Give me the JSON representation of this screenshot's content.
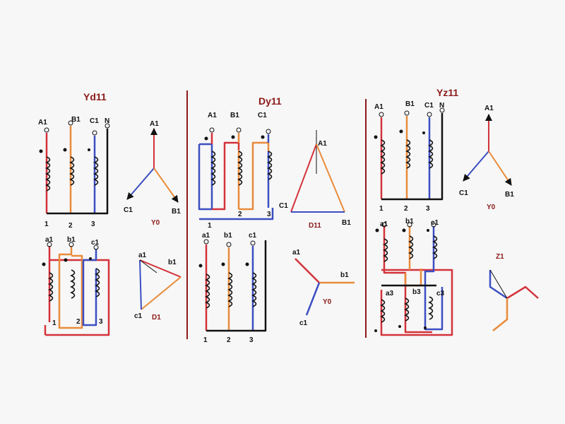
{
  "colors": {
    "title": "#8b1a1a",
    "red": "#d4323a",
    "orange": "#e98b3a",
    "blue": "#3b4fc2",
    "black": "#111111",
    "divider": "#8b1a1a"
  },
  "icons": {
    "coil": "coil-icon",
    "dot": "polarity-dot-icon"
  },
  "panels": [
    {
      "title": "Yd11",
      "primary": {
        "top_labels": [
          "A1",
          "B1",
          "C1",
          "N"
        ],
        "bottom_labels": [
          "1",
          "2",
          "3"
        ],
        "phasor_labels": [
          "A1",
          "C1",
          "B1"
        ],
        "phasor_group": "Y0"
      },
      "secondary": {
        "top_labels": [
          "a1",
          "b1",
          "c1"
        ],
        "bottom_labels": [
          "1",
          "2",
          "3"
        ],
        "phasor_labels": [
          "a1",
          "b1",
          "c1"
        ],
        "phasor_group": "D1"
      }
    },
    {
      "title": "Dy11",
      "primary": {
        "top_labels": [
          "A1",
          "B1",
          "C1"
        ],
        "bottom_labels": [
          "1",
          "2",
          "3"
        ],
        "phasor_labels": [
          "A1",
          "C1",
          "B1"
        ],
        "phasor_group": "D11"
      },
      "secondary": {
        "top_labels": [
          "a1",
          "b1",
          "c1"
        ],
        "bottom_labels": [
          "1",
          "2",
          "3"
        ],
        "phasor_labels": [
          "a1",
          "b1",
          "c1"
        ],
        "phasor_group": "Y0"
      }
    },
    {
      "title": "Yz11",
      "primary": {
        "top_labels": [
          "A1",
          "B1",
          "C1",
          "N"
        ],
        "bottom_labels": [
          "1",
          "2",
          "3"
        ],
        "phasor_labels": [
          "A1",
          "C1",
          "B1"
        ],
        "phasor_group": "Y0"
      },
      "secondary": {
        "top_labels": [
          "a1",
          "b1",
          "c1"
        ],
        "mid_labels": [
          "a3",
          "b3",
          "c3"
        ],
        "phasor_group": "Z1"
      }
    }
  ]
}
